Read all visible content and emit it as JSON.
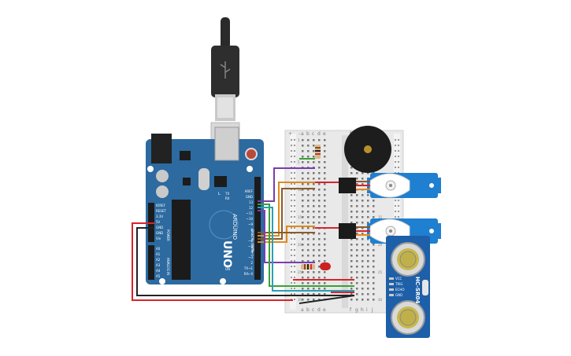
{
  "board": {
    "brand": "ARDUINO",
    "model": "UNO",
    "digital_header": "DIGITAL (PWM~)",
    "power_header": "POWER",
    "analog_header": "ANALOG IN",
    "tx_label": "TX",
    "rx_label": "RX",
    "l_label": "L",
    "on_label": "ON",
    "power_pins": [
      "IOREF",
      "RESET",
      "3.3V",
      "5V",
      "GND",
      "GND",
      "Vin"
    ],
    "analog_pins": [
      "A0",
      "A1",
      "A2",
      "A3",
      "A4",
      "A5"
    ],
    "digital_pins": [
      "AREF",
      "GND",
      "13",
      "12",
      "~11",
      "~10",
      "~9",
      "8",
      "7",
      "~6",
      "~5",
      "4",
      "~3",
      "2",
      "TX→1",
      "RX←0"
    ]
  },
  "breadboard": {
    "column_letters_left": [
      "a",
      "b",
      "c",
      "d",
      "e"
    ],
    "column_letters_right": [
      "f",
      "g",
      "h",
      "i",
      "j"
    ],
    "row_numbers": [
      "1",
      "5",
      "10",
      "15",
      "20",
      "25",
      "30"
    ],
    "rail_plus": "+",
    "rail_minus": "-"
  },
  "sensor": {
    "name": "HC-SR04",
    "pins": [
      "VCC",
      "TRIG",
      "ECHO",
      "GND"
    ]
  },
  "colors": {
    "board": "#2c6aa0",
    "wire_red": "#d9232a",
    "wire_black": "#222222",
    "wire_green": "#3aa135",
    "wire_purple": "#7a3db0",
    "wire_orange": "#e08a1e",
    "wire_teal": "#2aa0b5",
    "servo": "#1f7fd0"
  }
}
